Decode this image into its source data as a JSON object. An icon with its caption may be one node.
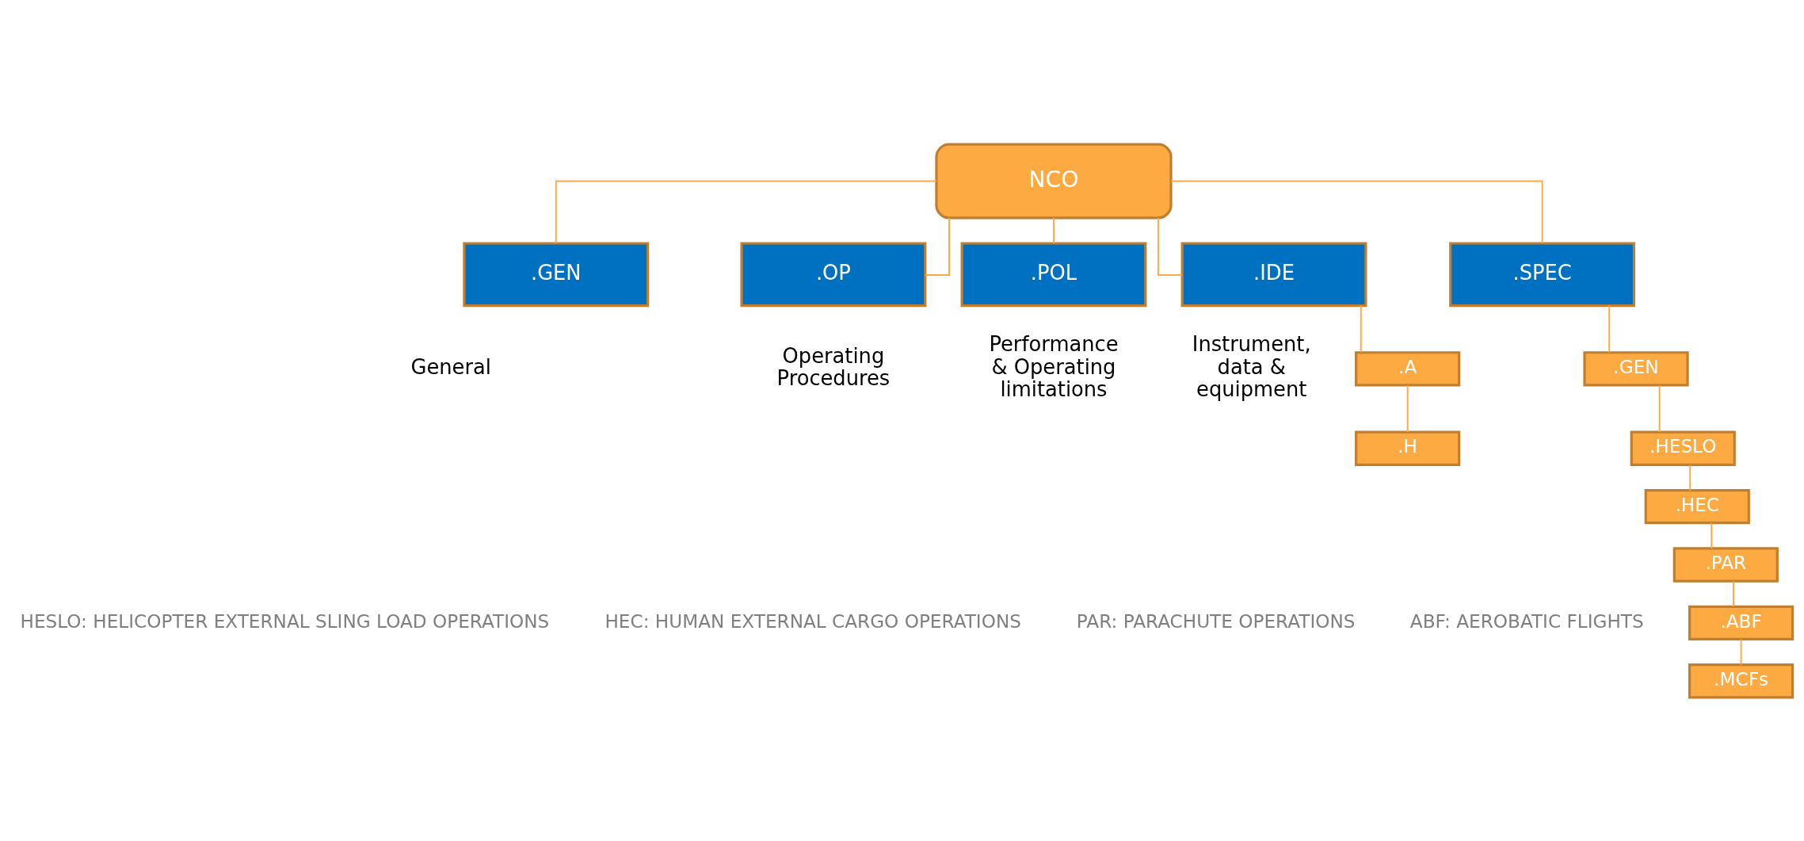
{
  "diagram": {
    "nodes": [
      {
        "text": [
          "NCO"
        ]
      },
      {
        "text": [
          ".GEN"
        ],
        "beside": [
          "General"
        ]
      },
      {
        "text": [
          ".OP"
        ],
        "beside": [
          "Operating Procedures"
        ]
      },
      {
        "text": [
          ".POL"
        ],
        "beside": [
          "Performance & Operating limitations"
        ]
      },
      {
        "text": [
          ".IDE"
        ],
        "beside": [
          "Instrument, data & equipment"
        ]
      },
      {
        "text": [
          ".A"
        ]
      },
      {
        "text": [
          ".H"
        ]
      },
      {
        "text": [
          ".SPEC"
        ]
      },
      {
        "text": [
          ".GEN"
        ]
      },
      {
        "text": [
          ".HESLO"
        ]
      },
      {
        "text": [
          ".HEC"
        ]
      },
      {
        "text": [
          ".PAR"
        ]
      },
      {
        "text": [
          ".ABF"
        ]
      },
      {
        "text": [
          ".MCFs"
        ]
      }
    ],
    "edges": [
      {
        "from": 0,
        "to": 1,
        "arrow": "none"
      },
      {
        "from": 0,
        "to": 2,
        "arrow": "none"
      },
      {
        "from": 0,
        "to": 3,
        "arrow": "none"
      },
      {
        "from": 0,
        "to": 4,
        "arrow": "none"
      },
      {
        "from": 0,
        "to": 7,
        "arrow": "none"
      },
      {
        "from": 4,
        "to": 5,
        "arrow": "none"
      },
      {
        "from": 5,
        "to": 6,
        "arrow": "none"
      },
      {
        "from": 7,
        "to": 8,
        "arrow": "none"
      },
      {
        "from": 8,
        "to": 9,
        "arrow": "none"
      },
      {
        "from": 9,
        "to": 10,
        "arrow": "none"
      },
      {
        "from": 10,
        "to": 11,
        "arrow": "none"
      },
      {
        "from": 11,
        "to": 12,
        "arrow": "none"
      },
      {
        "from": 12,
        "to": 13,
        "arrow": "none"
      }
    ],
    "labels": [
      "HESLO: HELICOPTER EXTERNAL SLING LOAD OPERATIONS",
      "HEC: HUMAN EXTERNAL CARGO OPERATIONS",
      "PAR: PARACHUTE OPERATIONS",
      "ABF: AEROBATIC FLIGHTS"
    ]
  }
}
